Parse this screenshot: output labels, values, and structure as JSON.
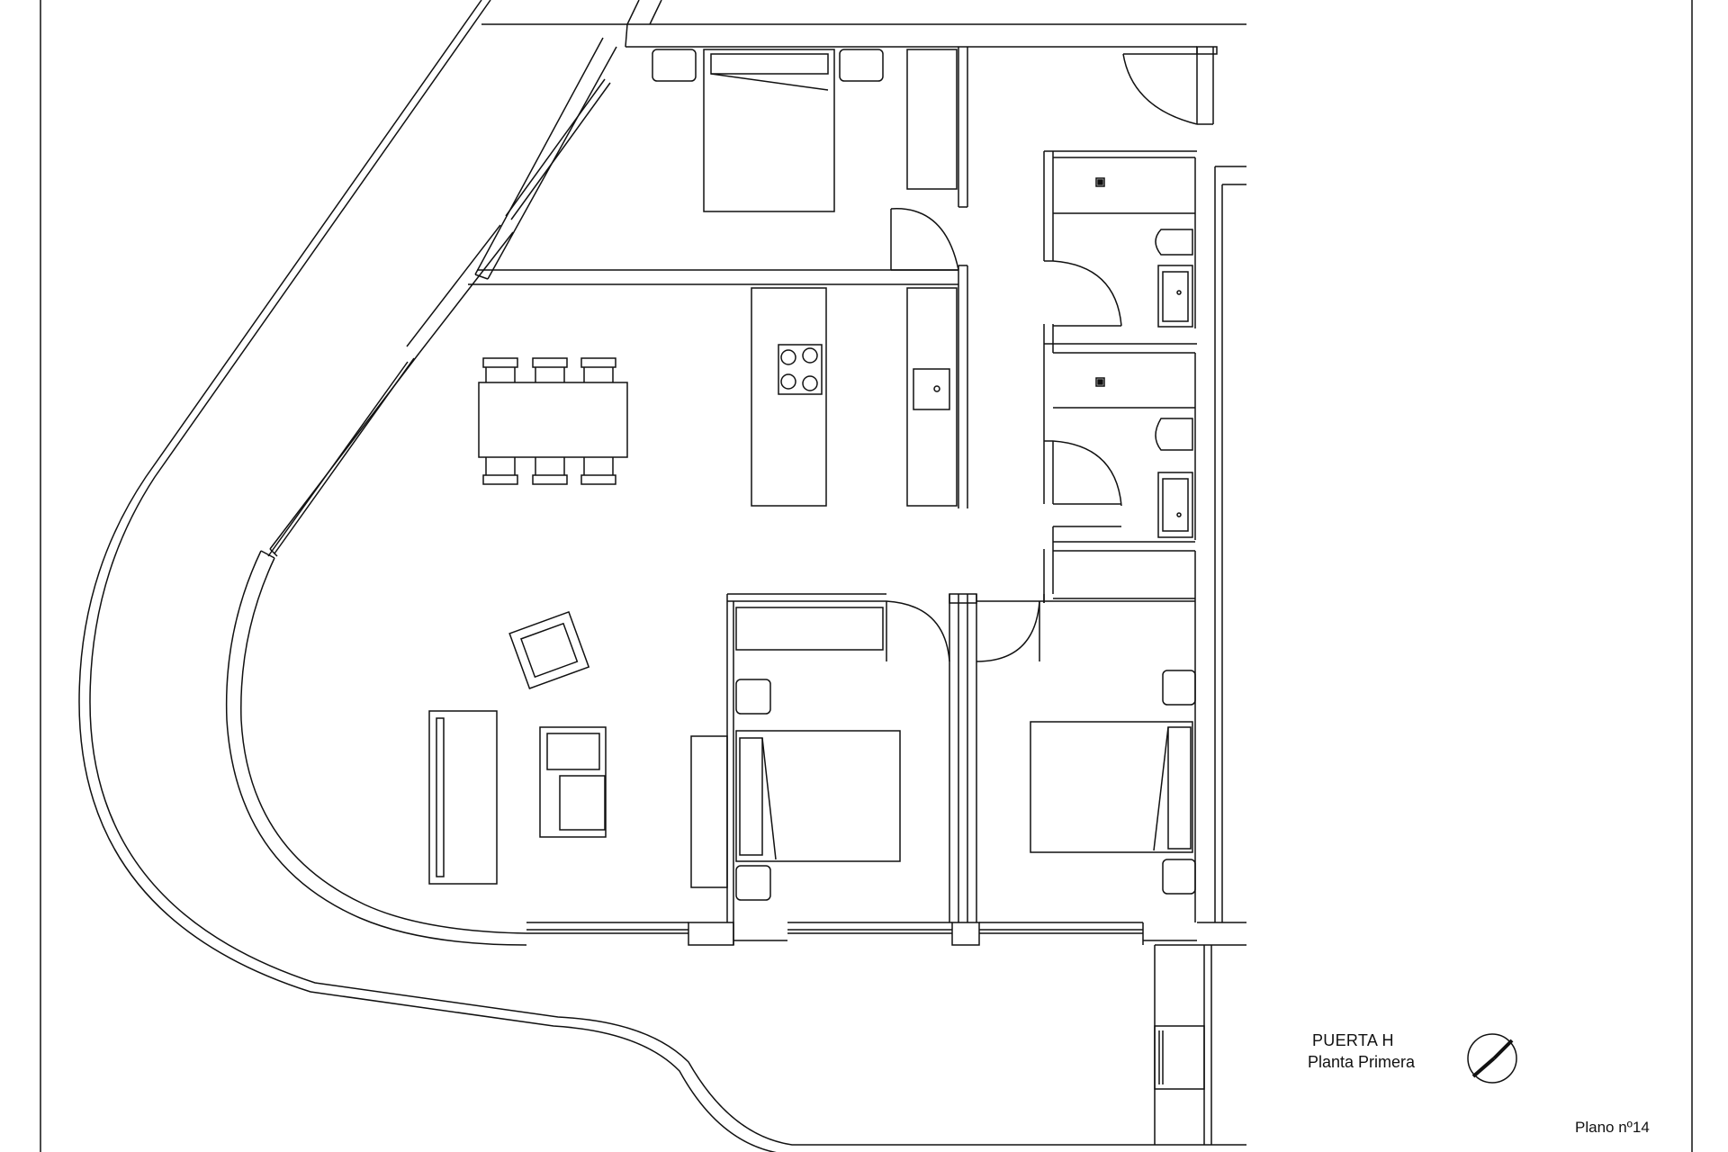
{
  "plan": {
    "unit_label": "PUERTA H",
    "floor_label": "Planta Primera",
    "sheet_label": "Plano nº14"
  },
  "symbols": {
    "compass": "north-arrow-icon"
  },
  "colors": {
    "line": "#111111",
    "background": "#ffffff"
  }
}
